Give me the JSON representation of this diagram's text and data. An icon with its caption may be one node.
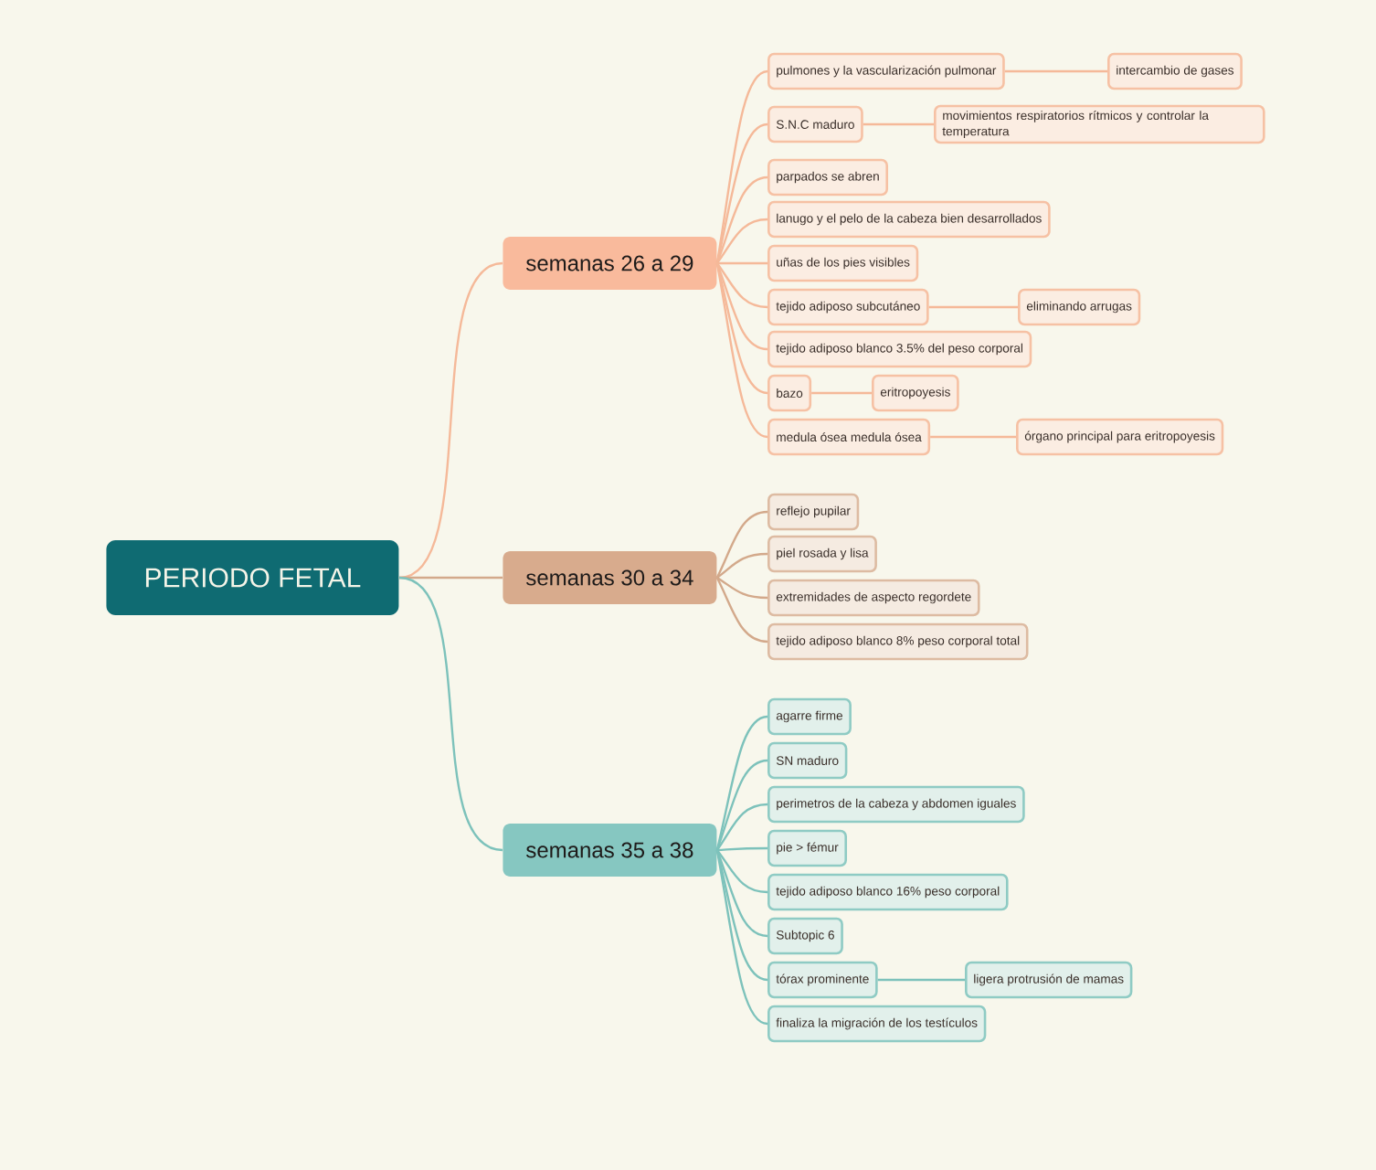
{
  "diagram": {
    "nodes": [
      {
        "text": [
          "PERIODO FETAL"
        ]
      },
      {
        "text": [
          "semanas 26 a 29"
        ]
      },
      {
        "text": [
          "semanas 30 a 34"
        ]
      },
      {
        "text": [
          "semanas 35 a 38"
        ]
      },
      {
        "text": [
          "pulmones y la vascularización pulmonar"
        ]
      },
      {
        "text": [
          "intercambio de gases"
        ]
      },
      {
        "text": [
          "S.N.C maduro"
        ]
      },
      {
        "text": [
          "movimientos respiratorios rítmicos y controlar la temperatura"
        ]
      },
      {
        "text": [
          "parpados se abren"
        ]
      },
      {
        "text": [
          "lanugo y el pelo de la cabeza bien desarrollados"
        ]
      },
      {
        "text": [
          "uñas de los pies visibles"
        ]
      },
      {
        "text": [
          "tejido adiposo subcutáneo"
        ]
      },
      {
        "text": [
          "eliminando arrugas"
        ]
      },
      {
        "text": [
          "tejido adiposo blanco 3.5% del peso corporal"
        ]
      },
      {
        "text": [
          "bazo"
        ]
      },
      {
        "text": [
          "eritropoyesis"
        ]
      },
      {
        "text": [
          "medula ósea medula ósea"
        ]
      },
      {
        "text": [
          "órgano principal para eritropoyesis"
        ]
      },
      {
        "text": [
          "reflejo pupilar"
        ]
      },
      {
        "text": [
          "piel rosada y lisa"
        ]
      },
      {
        "text": [
          "extremidades de aspecto regordete"
        ]
      },
      {
        "text": [
          "tejido adiposo blanco 8% peso corporal total"
        ]
      },
      {
        "text": [
          "agarre firme"
        ]
      },
      {
        "text": [
          "SN maduro"
        ]
      },
      {
        "text": [
          "perimetros de la cabeza y abdomen iguales"
        ]
      },
      {
        "text": [
          "pie > fémur"
        ]
      },
      {
        "text": [
          "tejido adiposo blanco 16% peso corporal"
        ]
      },
      {
        "text": [
          "Subtopic 6"
        ]
      },
      {
        "text": [
          "tórax prominente"
        ]
      },
      {
        "text": [
          "ligera protrusión de mamas"
        ]
      },
      {
        "text": [
          "finaliza la migración de los testículos"
        ]
      }
    ],
    "edges": [
      {
        "from": 0,
        "to": 1,
        "arrow": "none"
      },
      {
        "from": 0,
        "to": 2,
        "arrow": "none",
        "color": "#d3a98b"
      },
      {
        "from": 0,
        "to": 3,
        "arrow": "none",
        "color": "#7dc2bb"
      },
      {
        "from": 1,
        "to": 4,
        "arrow": "none"
      },
      {
        "from": 4,
        "to": 5,
        "arrow": "none"
      },
      {
        "from": 1,
        "to": 6,
        "arrow": "none"
      },
      {
        "from": 6,
        "to": 7,
        "arrow": "none"
      },
      {
        "from": 1,
        "to": 8,
        "arrow": "none"
      },
      {
        "from": 1,
        "to": 9,
        "arrow": "none"
      },
      {
        "from": 1,
        "to": 10,
        "arrow": "none"
      },
      {
        "from": 1,
        "to": 11,
        "arrow": "none"
      },
      {
        "from": 11,
        "to": 12,
        "arrow": "none"
      },
      {
        "from": 1,
        "to": 13,
        "arrow": "none"
      },
      {
        "from": 1,
        "to": 14,
        "arrow": "none"
      },
      {
        "from": 14,
        "to": 15,
        "arrow": "none"
      },
      {
        "from": 1,
        "to": 16,
        "arrow": "none"
      },
      {
        "from": 16,
        "to": 17,
        "arrow": "none"
      },
      {
        "from": 2,
        "to": 18,
        "arrow": "none",
        "color": "#d3a98b"
      },
      {
        "from": 2,
        "to": 19,
        "arrow": "none",
        "color": "#d3a98b"
      },
      {
        "from": 2,
        "to": 20,
        "arrow": "none",
        "color": "#d3a98b"
      },
      {
        "from": 2,
        "to": 21,
        "arrow": "none",
        "color": "#d3a98b"
      },
      {
        "from": 3,
        "to": 22,
        "arrow": "none",
        "color": "#7dc2bb"
      },
      {
        "from": 3,
        "to": 23,
        "arrow": "none",
        "color": "#7dc2bb"
      },
      {
        "from": 3,
        "to": 24,
        "arrow": "none",
        "color": "#7dc2bb"
      },
      {
        "from": 3,
        "to": 25,
        "arrow": "none",
        "color": "#7dc2bb"
      },
      {
        "from": 3,
        "to": 26,
        "arrow": "none",
        "color": "#7dc2bb"
      },
      {
        "from": 3,
        "to": 27,
        "arrow": "none",
        "color": "#7dc2bb"
      },
      {
        "from": 3,
        "to": 28,
        "arrow": "none",
        "color": "#7dc2bb"
      },
      {
        "from": 28,
        "to": 29,
        "arrow": "none",
        "color": "#7dc2bb"
      },
      {
        "from": 3,
        "to": 30,
        "arrow": "none",
        "color": "#7dc2bb"
      }
    ]
  }
}
